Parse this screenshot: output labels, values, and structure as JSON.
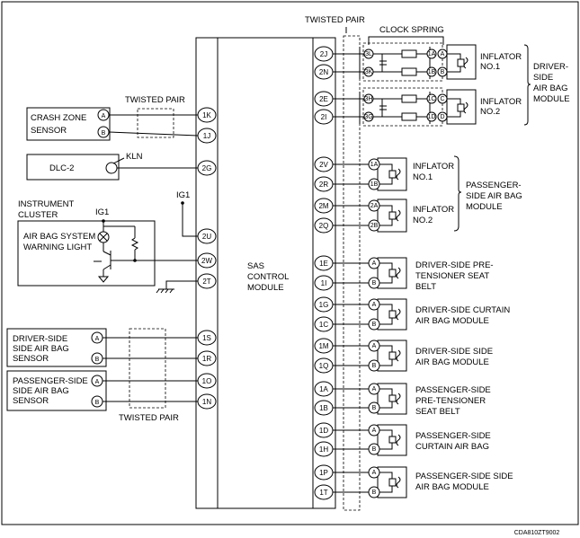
{
  "labels": {
    "twisted_pair_top": "TWISTED PAIR",
    "twisted_pair_crash": "TWISTED PAIR",
    "twisted_pair_bottom": "TWISTED PAIR",
    "clock_spring": "CLOCK SPRING",
    "sas_module": [
      "SAS",
      "CONTROL",
      "MODULE"
    ],
    "crash_zone_sensor": [
      "CRASH ZONE",
      "SENSOR"
    ],
    "dlc2": "DLC-2",
    "kln": "KLN",
    "ig1_left": "IG1",
    "ig1_right": "IG1",
    "instrument_cluster": [
      "INSTRUMENT",
      "CLUSTER"
    ],
    "warning_light": [
      "AIR BAG SYSTEM",
      "WARNING LIGHT"
    ],
    "driver_side_sensor": [
      "DRIVER-SIDE",
      "SIDE AIR BAG",
      "SENSOR"
    ],
    "passenger_side_sensor": [
      "PASSENGER-SIDE",
      "SIDE AIR BAG",
      "SENSOR"
    ],
    "inflator_no1_top": [
      "INFLATOR",
      "NO.1"
    ],
    "inflator_no2_top": [
      "INFLATOR",
      "NO.2"
    ],
    "driver_side_air_bag_module": [
      "DRIVER-",
      "SIDE",
      "AIR BAG",
      "MODULE"
    ],
    "inflator_no1_mid": [
      "INFLATOR",
      "NO.1"
    ],
    "inflator_no2_mid": [
      "INFLATOR",
      "NO.2"
    ],
    "passenger_side_air_bag_module": [
      "PASSENGER-",
      "SIDE AIR BAG",
      "MODULE"
    ],
    "driver_pretensioner": [
      "DRIVER-SIDE PRE-",
      "TENSIONER SEAT",
      "BELT"
    ],
    "driver_curtain": [
      "DRIVER-SIDE CURTAIN",
      "AIR BAG MODULE"
    ],
    "driver_side_side": [
      "DRIVER-SIDE SIDE",
      "AIR BAG MODULE"
    ],
    "passenger_pretensioner": [
      "PASSENGER-SIDE",
      "PRE-TENSIONER",
      "SEAT BELT"
    ],
    "passenger_curtain": [
      "PASSENGER-SIDE",
      "CURTAIN AIR BAG"
    ],
    "passenger_side_side": [
      "PASSENGER-SIDE SIDE",
      "AIR BAG MODULE"
    ],
    "figure_code": "CDA810ZT9002"
  },
  "left_pins": [
    "1K",
    "1J",
    "2G",
    "2U",
    "2W",
    "2T",
    "1S",
    "1R",
    "1O",
    "1N"
  ],
  "right_pins": [
    "2J",
    "2N",
    "2E",
    "2I",
    "2V",
    "2R",
    "2M",
    "2Q",
    "1E",
    "1I",
    "1G",
    "1C",
    "1M",
    "1Q",
    "1A",
    "1B",
    "1D",
    "1H",
    "1P",
    "1T"
  ],
  "sensor_terminals": [
    "A",
    "B"
  ],
  "clock_spring_terminals": [
    "3L",
    "3K",
    "3H",
    "3G"
  ],
  "inflator_terminals_top": [
    "1A",
    "1B",
    "1C",
    "1D"
  ],
  "module_terminals_top": [
    "A",
    "B",
    "C",
    "D"
  ],
  "inflator_terminals_mid": [
    "1A",
    "1B",
    "2A",
    "2B"
  ],
  "module_terminals_bottom": [
    "A",
    "B"
  ]
}
